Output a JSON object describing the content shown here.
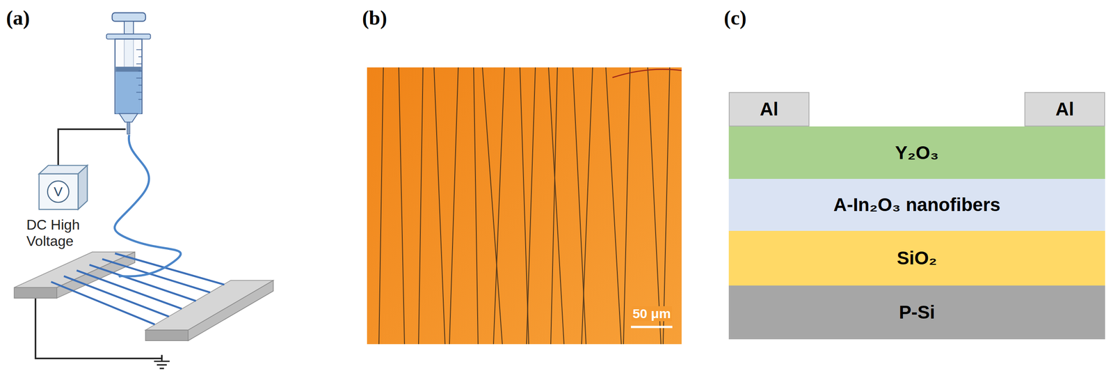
{
  "diagram": {
    "nodes": [
      {
        "text": [
          "Al"
        ]
      },
      {
        "text": [
          "Al"
        ]
      },
      {
        "text": [
          "Y₂O₃"
        ]
      },
      {
        "text": [
          "A-In₂O₃ nanofibers"
        ]
      },
      {
        "text": [
          "SiO₂"
        ]
      },
      {
        "text": [
          "P-Si"
        ]
      }
    ],
    "labels": [
      "(a)",
      "(b)",
      "(c)",
      "V",
      "DC High Voltage",
      "50 μm"
    ]
  }
}
